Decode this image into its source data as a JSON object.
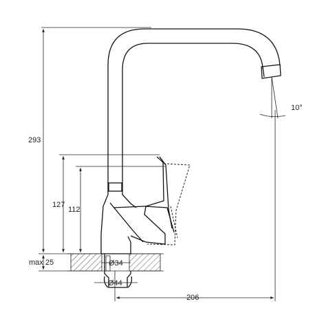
{
  "dimensions": {
    "total_height": "293",
    "handle_height": "127",
    "body_height": "112",
    "max_counter": "max 25",
    "hole_diameter": "Ø34",
    "nut_diameter": "Ø44",
    "reach": "206",
    "spout_angle": "10°"
  },
  "colors": {
    "line": "#111111",
    "hatch": "#555555",
    "background": "#ffffff"
  }
}
